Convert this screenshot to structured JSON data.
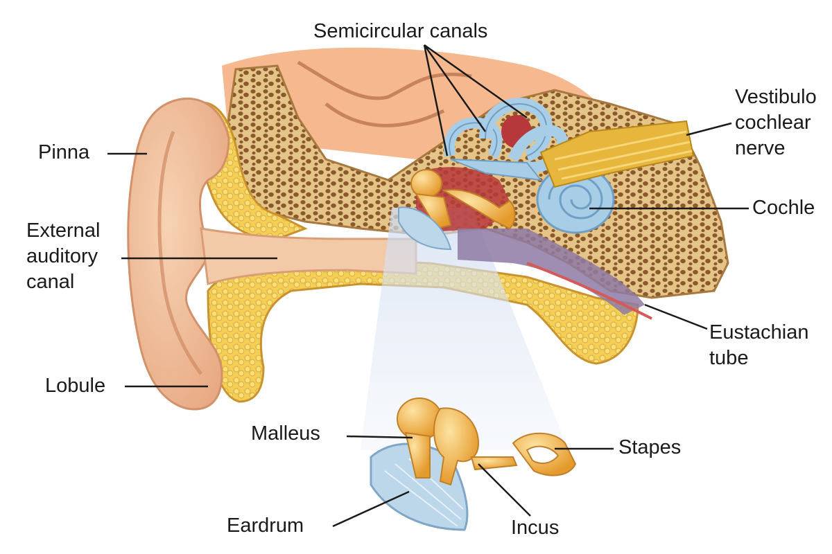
{
  "labels": {
    "semicircular_canals": "Semicircular canals",
    "vestibulocochlear_nerve": "Vestibulo\ncochlear\nnerve",
    "pinna": "Pinna",
    "cochlea": "Cochle",
    "external_auditory_canal": "External\nauditory\ncanal",
    "eustachian_tube": "Eustachian\ntube",
    "lobule": "Lobule",
    "malleus": "Malleus",
    "stapes": "Stapes",
    "eardrum": "Eardrum",
    "incus": "Incus"
  },
  "colors": {
    "skin": "#f2c29e",
    "skin_shadow": "#e2a47d",
    "bone": "#e5c487",
    "bone_pore": "#8a5a2e",
    "cartilage": "#f4cf4a",
    "canal_lining": "#f6d3b5",
    "inner_ear": "#a8cde6",
    "inner_ear_edge": "#6f9fc4",
    "nerve": "#e6b73c",
    "ossicle": "#f3b545",
    "eardrum": "#bcd6ea",
    "tube": "#8e7aa3",
    "brain": "#f6b98f",
    "mucosa": "#c2524a",
    "beam": "#dfe7f5",
    "leader": "#1a1a1a"
  }
}
